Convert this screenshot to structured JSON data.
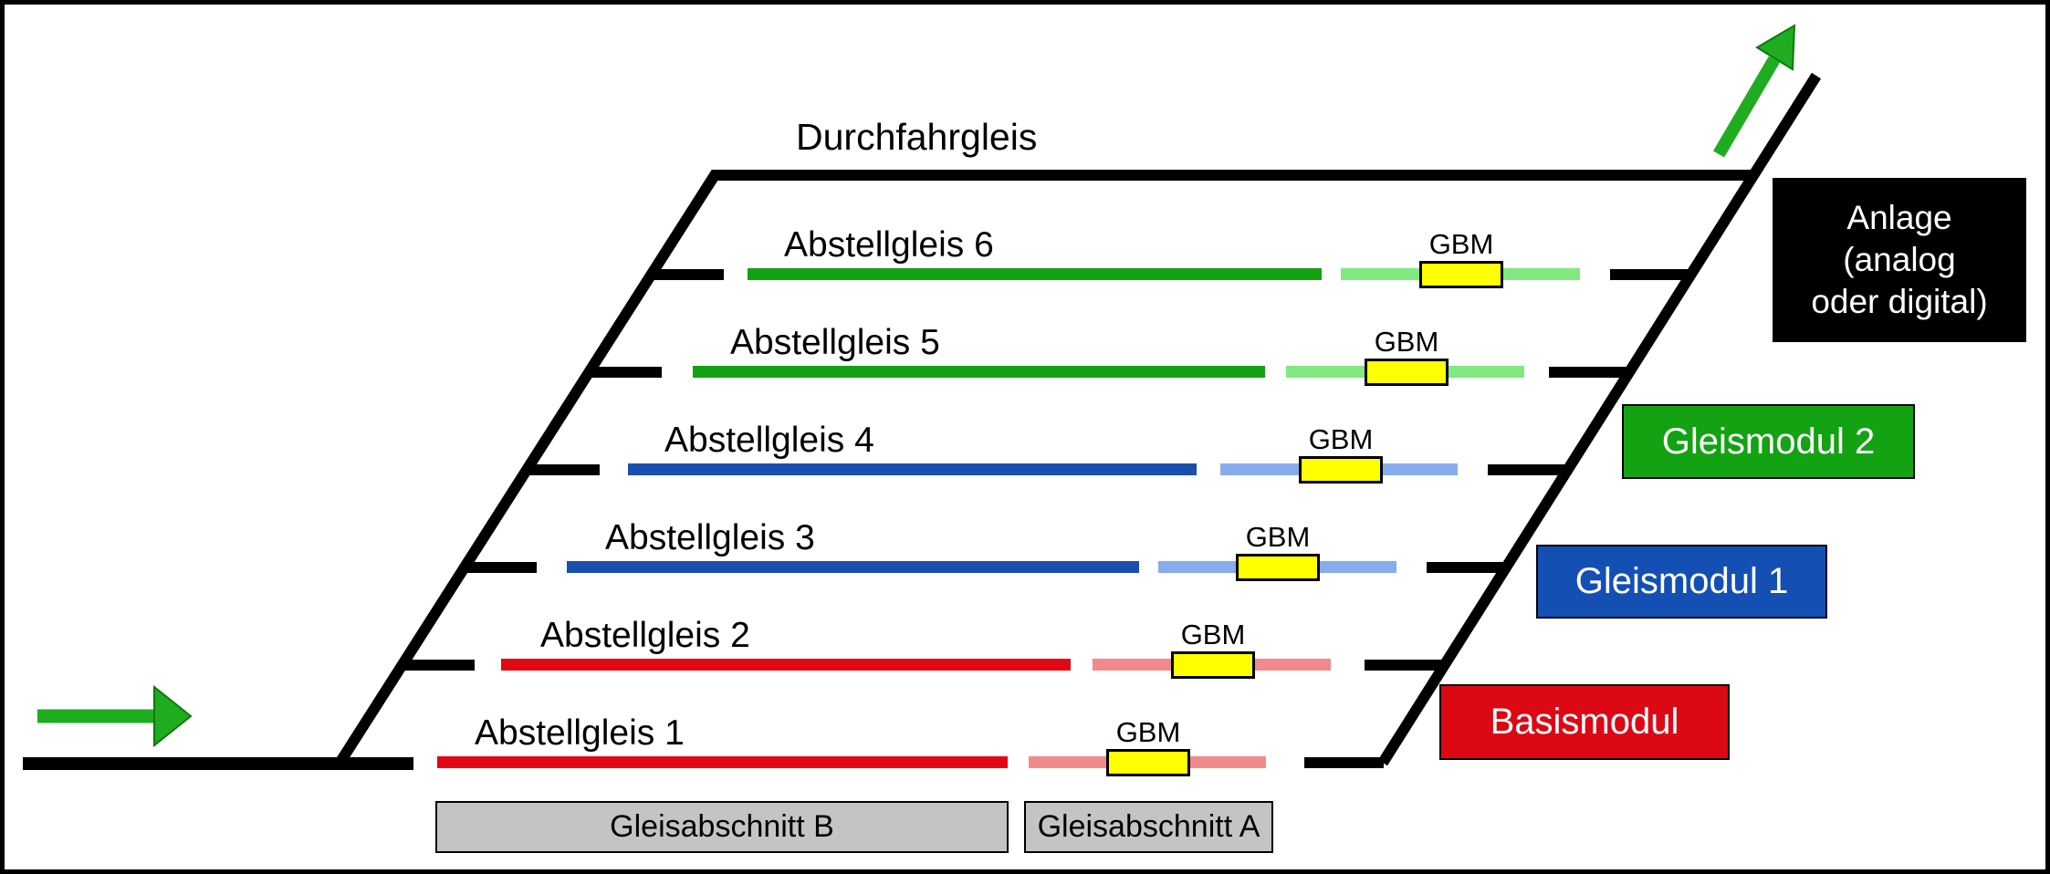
{
  "title": "Durchfahrgleis",
  "tracks": [
    {
      "label": "Abstellgleis 1",
      "gbm_label": "GBM",
      "main_color": "#E30613",
      "detect_color": "#F2898B"
    },
    {
      "label": "Abstellgleis 2",
      "gbm_label": "GBM",
      "main_color": "#E30613",
      "detect_color": "#F2898B"
    },
    {
      "label": "Abstellgleis 3",
      "gbm_label": "GBM",
      "main_color": "#1A4FAE",
      "detect_color": "#86ACEC"
    },
    {
      "label": "Abstellgleis 4",
      "gbm_label": "GBM",
      "main_color": "#1A4FAE",
      "detect_color": "#86ACEC"
    },
    {
      "label": "Abstellgleis 5",
      "gbm_label": "GBM",
      "main_color": "#12A212",
      "detect_color": "#80E980"
    },
    {
      "label": "Abstellgleis 6",
      "gbm_label": "GBM",
      "main_color": "#12A212",
      "detect_color": "#80E980"
    }
  ],
  "gbm_box_color": "#FFFF00",
  "sections": [
    {
      "label": "Gleisabschnitt B",
      "bg": "#C4C4C4"
    },
    {
      "label": "Gleisabschnitt A",
      "bg": "#C4C4C4"
    }
  ],
  "legend": {
    "anlage": {
      "label": "Anlage\n(analog\noder digital)",
      "bg": "#000000"
    },
    "gleismodul2": {
      "label": "Gleismodul 2",
      "bg": "#12A212"
    },
    "gleismodul1": {
      "label": "Gleismodul 1",
      "bg": "#1450B4"
    },
    "basismodul": {
      "label": "Basismodul",
      "bg": "#DC0814"
    }
  },
  "icons": {
    "entry_arrow": "green-right-arrow",
    "exit_arrow": "green-up-right-arrow",
    "arrow_color": "#1FAD1F"
  },
  "track_color_black": "#000000"
}
